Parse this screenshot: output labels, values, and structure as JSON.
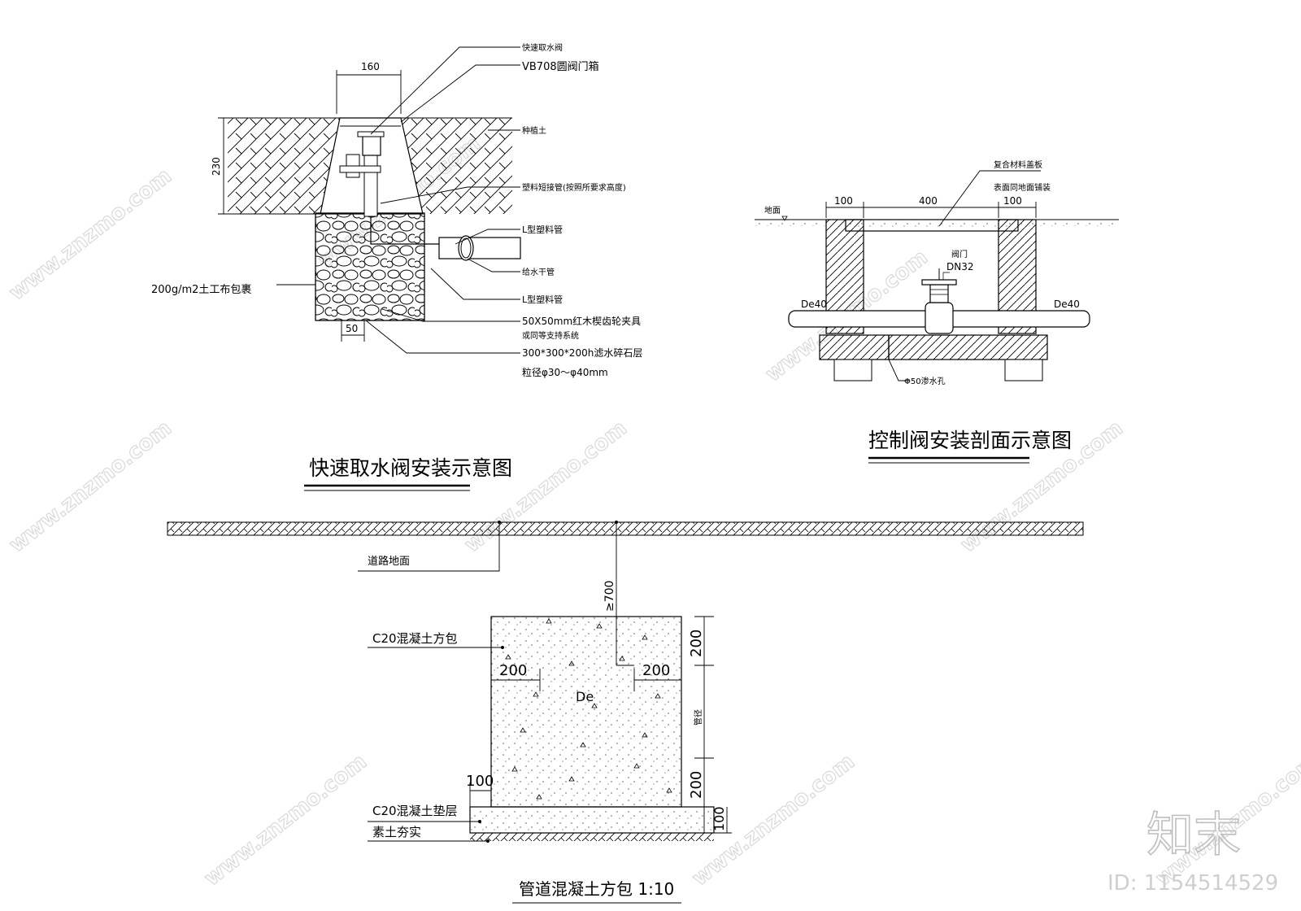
{
  "valve_detail": {
    "title": "快速取水阀安装示意图",
    "dim_top": "160",
    "dim_depth": "230",
    "dim_bottom": "50",
    "labels": {
      "quick_valve": "快速取水阀",
      "valve_box": "VB708圆阀门箱",
      "planting_soil": "种植土",
      "plastic_joint": "塑料短接管(按照所要求高度)",
      "l_pipe_1": "L型塑料管",
      "supply_pipe": "给水干管",
      "l_pipe_2": "L型塑料管",
      "geotextile": "200g/m2土工布包裹",
      "support_1": "50X50mm红木楔齿轮夹具",
      "support_2": "或同等支持系统",
      "gravel_1": "300*300*200h滤水碎石层",
      "gravel_2": "粒径φ30～φ40mm"
    }
  },
  "control_valve": {
    "title": "控制阀安装剖面示意图",
    "ground": "地面",
    "cover_plate": "复合材料盖板",
    "surface": "表面同地面铺装",
    "dim_left": "100",
    "dim_mid": "400",
    "dim_right": "100",
    "valve_label": "阀门",
    "valve_size": "DN32",
    "pipe_left": "De40",
    "pipe_right": "De40",
    "hole": "Φ50渗水孔"
  },
  "concrete_encasement": {
    "title": "管道混凝土方包 1:10",
    "road": "道路地面",
    "depth": "≥700",
    "c20_box": "C20混凝土方包",
    "c20_bed": "C20混凝土垫层",
    "compacted": "素土夯实",
    "pipe": "De",
    "dim_side_left": "200",
    "dim_side_right": "200",
    "dim_top_right": "200",
    "dim_pipe": "管径",
    "dim_bottom_right": "200",
    "dim_bed": "100",
    "dim_step": "100"
  },
  "watermark": {
    "brand": "知末",
    "site": "www.znzmo.com",
    "id": "ID: 1154514529"
  }
}
